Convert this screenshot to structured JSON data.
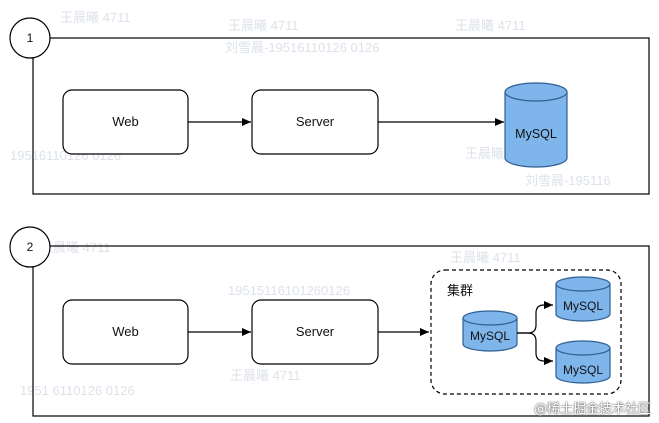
{
  "diagram": {
    "colors": {
      "stroke": "#000000",
      "db_fill": "#7eb5ea",
      "db_stroke": "#2f5f93",
      "box_fill": "#ffffff"
    },
    "section1": {
      "number": "1",
      "web_label": "Web",
      "server_label": "Server",
      "db_label": "MySQL"
    },
    "section2": {
      "number": "2",
      "web_label": "Web",
      "server_label": "Server",
      "cluster_label": "集群",
      "primary_db_label": "MySQL",
      "replica_top_label": "MySQL",
      "replica_bottom_label": "MySQL"
    }
  },
  "watermarks": {
    "name": "王晨曦 4711",
    "phone": "19515116101260126",
    "phone_a": "刘雪晨-19516110126 0126",
    "phone_b": "19516110126 0126",
    "phone_c": "刘雪晨-195116",
    "phone_d": "1951 6110126 0126"
  },
  "credit": "@稀土掘金技术社区"
}
